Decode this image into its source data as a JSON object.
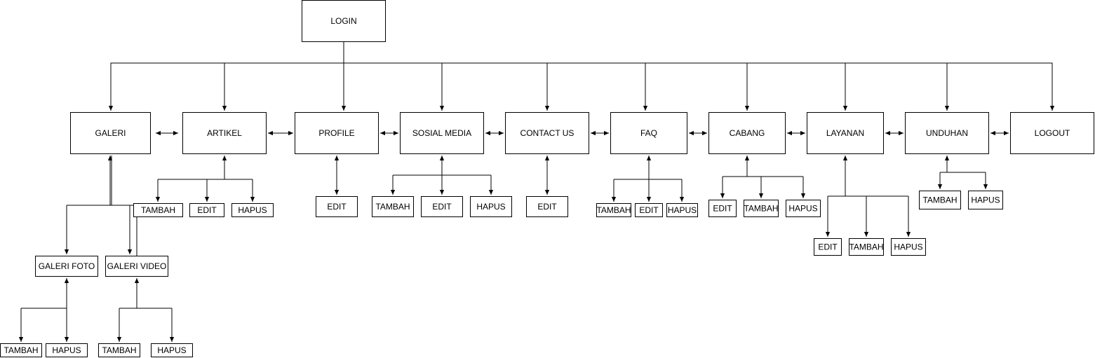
{
  "colors": {
    "stroke": "#000000",
    "fill": "#ffffff",
    "text": "#000000"
  },
  "nodes": [
    {
      "id": "login",
      "label": "LOGIN"
    },
    {
      "id": "galeri",
      "label": "GALERI"
    },
    {
      "id": "artikel",
      "label": "ARTIKEL"
    },
    {
      "id": "profile",
      "label": "PROFILE"
    },
    {
      "id": "sosial",
      "label": "SOSIAL MEDIA"
    },
    {
      "id": "contact",
      "label": "CONTACT US"
    },
    {
      "id": "faq",
      "label": "FAQ"
    },
    {
      "id": "cabang",
      "label": "CABANG"
    },
    {
      "id": "layanan",
      "label": "LAYANAN"
    },
    {
      "id": "unduhan",
      "label": "UNDUHAN"
    },
    {
      "id": "logout",
      "label": "LOGOUT"
    },
    {
      "id": "art-tambah",
      "label": "TAMBAH"
    },
    {
      "id": "art-edit",
      "label": "EDIT"
    },
    {
      "id": "art-hapus",
      "label": "HAPUS"
    },
    {
      "id": "prof-edit",
      "label": "EDIT"
    },
    {
      "id": "sos-tambah",
      "label": "TAMBAH"
    },
    {
      "id": "sos-edit",
      "label": "EDIT"
    },
    {
      "id": "sos-hapus",
      "label": "HAPUS"
    },
    {
      "id": "con-edit",
      "label": "EDIT"
    },
    {
      "id": "faq-tambah",
      "label": "TAMBAH"
    },
    {
      "id": "faq-edit",
      "label": "EDIT"
    },
    {
      "id": "faq-hapus",
      "label": "HAPUS"
    },
    {
      "id": "cab-edit",
      "label": "EDIT"
    },
    {
      "id": "cab-tambah",
      "label": "TAMBAH"
    },
    {
      "id": "cab-hapus",
      "label": "HAPUS"
    },
    {
      "id": "lay-edit",
      "label": "EDIT"
    },
    {
      "id": "lay-tambah",
      "label": "TAMBAH"
    },
    {
      "id": "lay-hapus",
      "label": "HAPUS"
    },
    {
      "id": "und-tambah",
      "label": "TAMBAH"
    },
    {
      "id": "und-hapus",
      "label": "HAPUS"
    },
    {
      "id": "galeri-foto",
      "label": "GALERI FOTO"
    },
    {
      "id": "galeri-video",
      "label": "GALERI VIDEO"
    },
    {
      "id": "foto-tambah",
      "label": "TAMBAH"
    },
    {
      "id": "foto-hapus",
      "label": "HAPUS"
    },
    {
      "id": "video-tambah",
      "label": "TAMBAH"
    },
    {
      "id": "video-hapus",
      "label": "HAPUS"
    }
  ]
}
